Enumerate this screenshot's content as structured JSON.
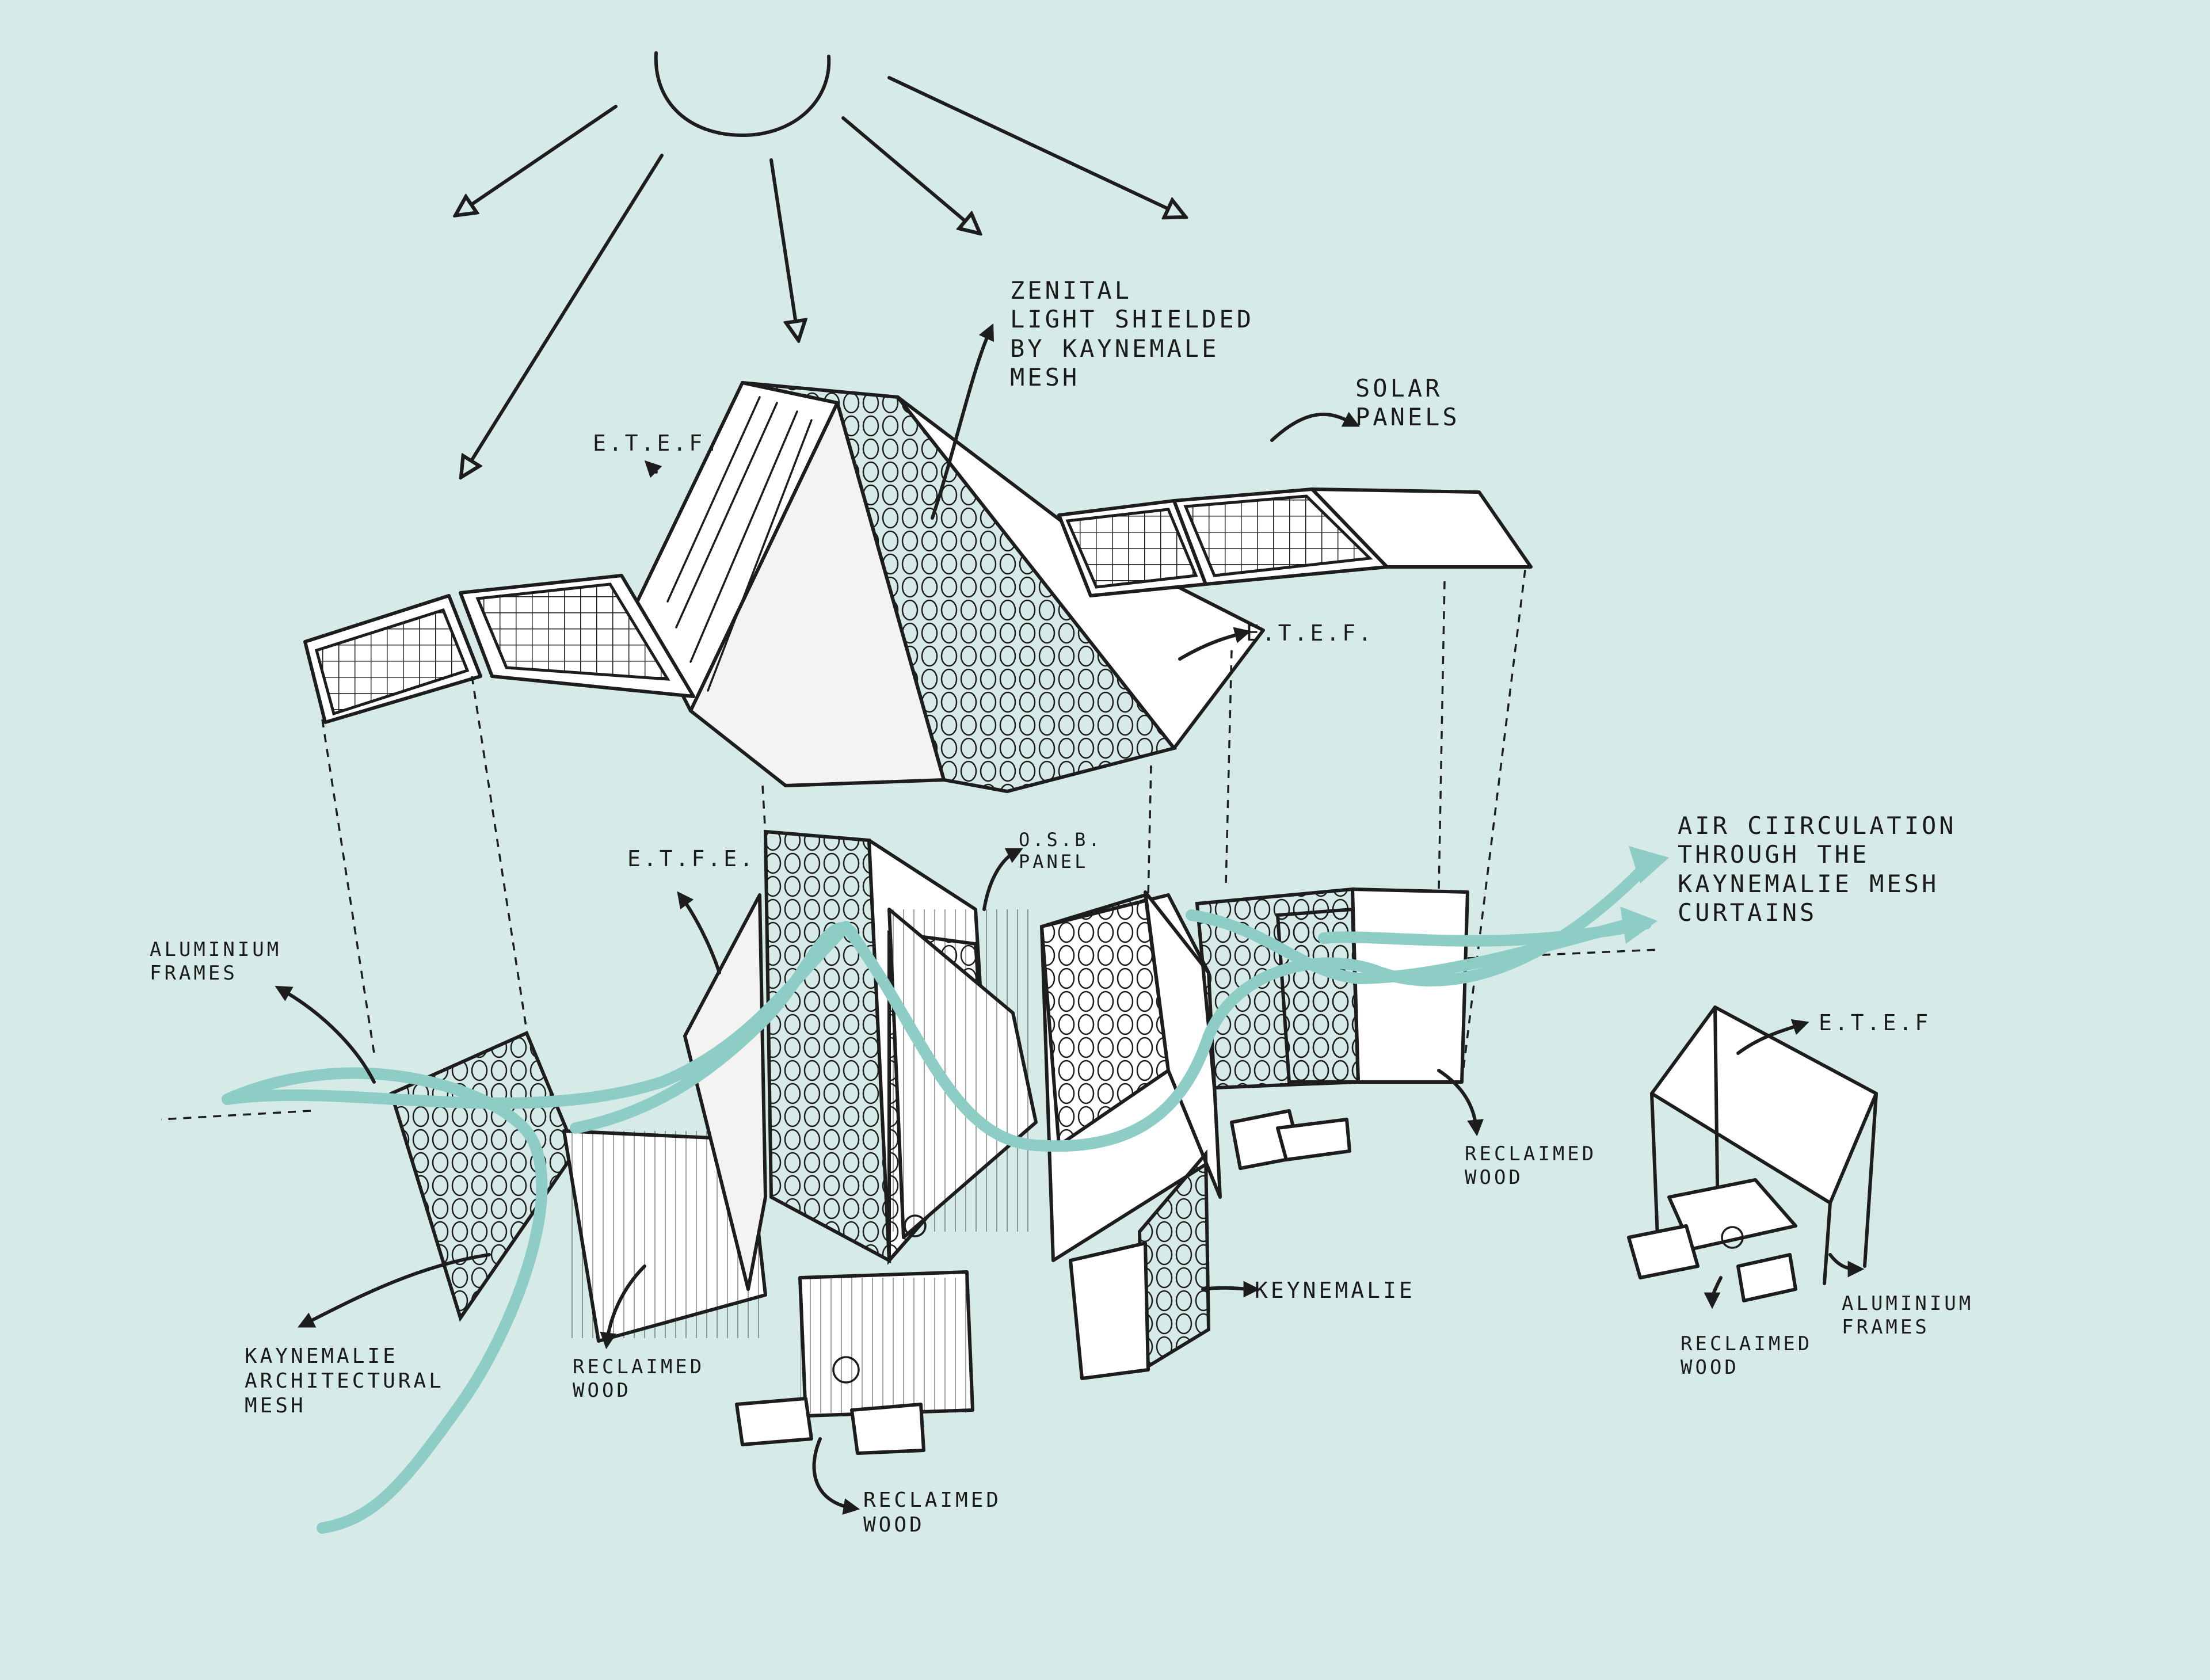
{
  "labels": {
    "zenital": "ZENITAL\nLIGHT SHIELDED\nBY KAYNEMALE\nMESH",
    "solar_panels": "SOLAR\nPANELS",
    "etef_roof_left": "E.T.E.F.",
    "etef_roof_right": "E.T.E.F.",
    "etfe_walls": "E.T.F.E.",
    "osb_panel": "O.S.B.\nPANEL",
    "air_circulation": "AIR CIIRCULATION\nTHROUGH THE\nKAYNEMALIE MESH\nCURTAINS",
    "aluminium_frames_left": "ALUMINIUM\nFRAMES",
    "etef_small": "E.T.E.F",
    "reclaimed_wood_right": "RECLAIMED\nWOOD",
    "keynemalie": "KEYNEMALIE",
    "aluminium_frames_small": "ALUMINIUM\nFRAMES",
    "reclaimed_wood_small": "RECLAIMED\nWOOD",
    "kaynemalie_mesh": "KAYNEMALIE\nARCHITECTURAL\nMESH",
    "reclaimed_wood_center": "RECLAIMED\nWOOD",
    "reclaimed_wood_bottom": "RECLAIMED\nWOOD"
  },
  "colors": {
    "background": "#d6ebe8",
    "ink": "#1d1d1d",
    "air_flow": "#8ecdc6",
    "panel": "#ffffff"
  },
  "icons": [
    "sun-icon",
    "solar-panel-icon",
    "arrow-icon"
  ]
}
